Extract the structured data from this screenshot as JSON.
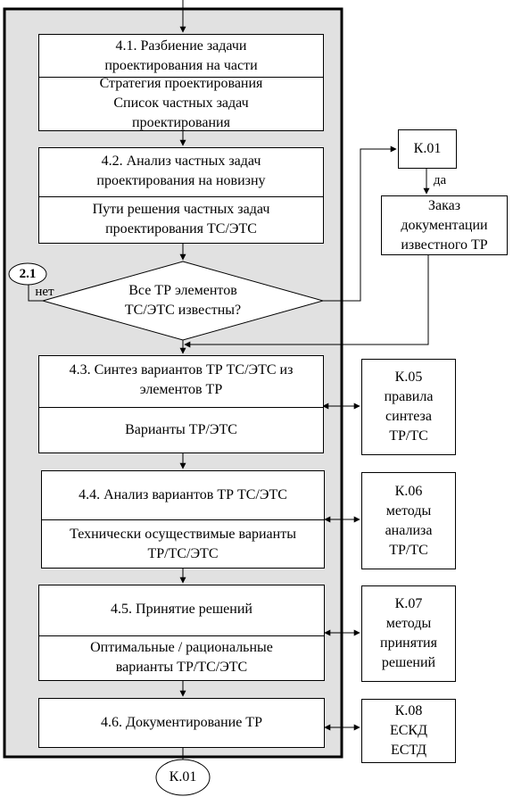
{
  "process_blocks": {
    "b41": {
      "title": "4.1. Разбиение задачи\nпроектирования на части",
      "output": "Стратегия проектирования\nСписок частных задач\nпроектирования"
    },
    "b42": {
      "title": "4.2. Анализ частных задач\nпроектирования на новизну",
      "output": "Пути решения частных задач\nпроектирования ТС/ЭТС"
    },
    "b43": {
      "title": "4.3. Синтез вариантов ТР ТС/ЭТС из\nэлементов ТР",
      "output": "Варианты ТР/ЭТС"
    },
    "b44": {
      "title": "4.4. Анализ вариантов ТР ТС/ЭТС",
      "output": "Технически осуществимые варианты\nТР/ТС/ЭТС"
    },
    "b45": {
      "title": "4.5. Принятие решений",
      "output": "Оптимальные / рациональные\nварианты ТР/ТС/ЭТС"
    },
    "b46": {
      "title": "4.6. Документирование ТР"
    }
  },
  "decision": {
    "text": "Все ТР элементов\nТС/ЭТС известны?",
    "yes_label": "да",
    "no_label": "нет"
  },
  "connectors": {
    "in": "2.1",
    "out": "К.01"
  },
  "resources": {
    "k01": "К.01",
    "order": "Заказ\nдокументации\nизвестного ТР",
    "k05": "К.05\nправила\nсинтеза\nТР/ТС",
    "k06": "К.06\nметоды\nанализа\nТР/ТС",
    "k07": "К.07\nметоды\nпринятия\nрешений",
    "k08": "К.08\nЕСКД\nЕСТД"
  }
}
